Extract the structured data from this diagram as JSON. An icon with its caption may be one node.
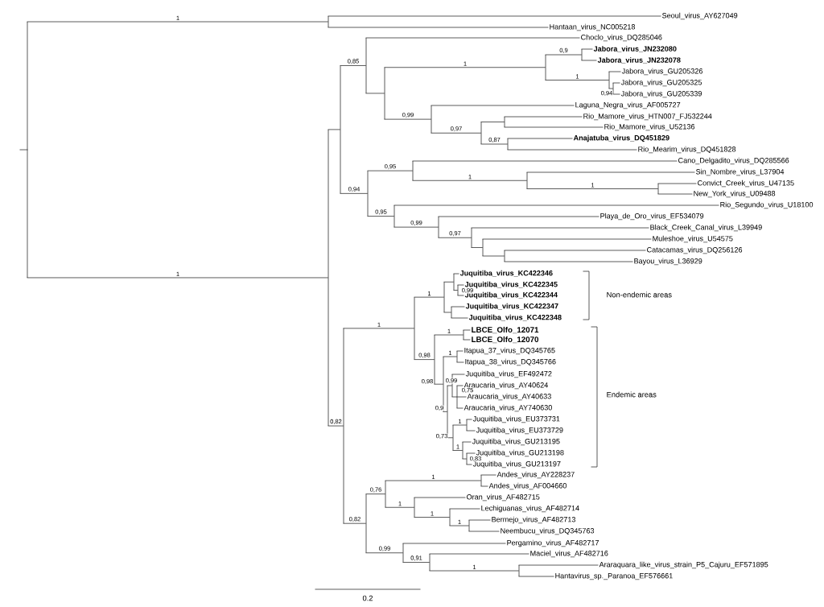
{
  "diagram": {
    "nodes": [
      {
        "text": [
          "Seoul_virus_AY627049"
        ]
      },
      {
        "text": [
          "Hantaan_virus_NC005218"
        ]
      },
      {
        "text": [
          "Choclo_virus_DQ285046"
        ]
      },
      {
        "text": [
          "Jabora_virus_JN232080"
        ]
      },
      {
        "text": [
          "Jabora_virus_JN232078"
        ]
      },
      {
        "text": [
          "Jabora_virus_GU205326"
        ]
      },
      {
        "text": [
          "Jabora_virus_GU205325"
        ]
      },
      {
        "text": [
          "Jabora_virus_GU205339"
        ]
      },
      {
        "text": [
          "Laguna_Negra_virus_AF005727"
        ]
      },
      {
        "text": [
          "Rio_Mamore_virus_HTN007_FJ532244"
        ]
      },
      {
        "text": [
          "Rio_Mamore_virus_U52136"
        ]
      },
      {
        "text": [
          "Anajatuba_virus_DQ451829"
        ]
      },
      {
        "text": [
          "Rio_Mearim_virus_DQ451828"
        ]
      },
      {
        "text": [
          "Cano_Delgadito_virus_DQ285566"
        ]
      },
      {
        "text": [
          "Sin_Nombre_virus_L37904"
        ]
      },
      {
        "text": [
          "Convict_Creek_virus_U47135"
        ]
      },
      {
        "text": [
          "New_York_virus_U09488"
        ]
      },
      {
        "text": [
          "Rio_Segundo_virus_U18100"
        ]
      },
      {
        "text": [
          "Playa_de_Oro_virus_EF534079"
        ]
      },
      {
        "text": [
          "Black_Creek_Canal_virus_L39949"
        ]
      },
      {
        "text": [
          "Muleshoe_virus_U54575"
        ]
      },
      {
        "text": [
          "Catacamas_virus_DQ256126"
        ]
      },
      {
        "text": [
          "Bayou_virus_L36929"
        ]
      },
      {
        "text": [
          "Juquitiba_virus_KC422346"
        ]
      },
      {
        "text": [
          "Juquitiba_virus_KC422345"
        ]
      },
      {
        "text": [
          "Juquitiba_virus_KC422344"
        ]
      },
      {
        "text": [
          "Juquitiba_virus_KC422347"
        ]
      },
      {
        "text": [
          "Juquitiba_virus_KC422348"
        ]
      },
      {
        "text": [
          "LBCE_Olfo_12071"
        ]
      },
      {
        "text": [
          "LBCE_Olfo_12070"
        ]
      },
      {
        "text": [
          "Itapua_37_virus_DQ345765"
        ]
      },
      {
        "text": [
          "Itapua_38_virus_DQ345766"
        ]
      },
      {
        "text": [
          "Juquitiba_virus_EF492472"
        ]
      },
      {
        "text": [
          "Araucaria_virus_AY40624"
        ]
      },
      {
        "text": [
          "Araucaria_virus_AY40633"
        ]
      },
      {
        "text": [
          "Araucaria_virus_AY740630"
        ]
      },
      {
        "text": [
          "Juquitiba_virus_EU373731"
        ]
      },
      {
        "text": [
          "Juquitiba_virus_EU373729"
        ]
      },
      {
        "text": [
          "Juquitiba_virus_GU213195"
        ]
      },
      {
        "text": [
          "Juquitiba_virus_GU213198"
        ]
      },
      {
        "text": [
          "Juquitiba_virus_GU213197"
        ]
      },
      {
        "text": [
          "Andes_virus_AY228237"
        ]
      },
      {
        "text": [
          "Andes_virus_AF004660"
        ]
      },
      {
        "text": [
          "Oran_virus_AF482715"
        ]
      },
      {
        "text": [
          "Lechiguanas_virus_AF482714"
        ]
      },
      {
        "text": [
          "Bermejo_virus_AF482713"
        ]
      },
      {
        "text": [
          "Neembucu_virus_DQ345763"
        ]
      },
      {
        "text": [
          "Pergamino_virus_AF482717"
        ]
      },
      {
        "text": [
          "Maciel_virus_AF482716"
        ]
      },
      {
        "text": [
          "Araraquara_like_virus_strain_P5_Cajuru_EF571895"
        ]
      },
      {
        "text": [
          "Hantavirus_sp._Paranoa_EF576661"
        ]
      },
      {
        "text": [],
        "shape": "bar"
      },
      {
        "text": [],
        "shape": "bar"
      },
      {
        "text": [],
        "shape": "bar"
      },
      {
        "text": [],
        "shape": "bar"
      },
      {
        "text": [],
        "shape": "bar"
      },
      {
        "text": [],
        "shape": "bar"
      },
      {
        "text": [],
        "shape": "bar"
      },
      {
        "text": [],
        "shape": "bar"
      },
      {
        "text": [],
        "shape": "bar"
      },
      {
        "text": [],
        "shape": "bar"
      },
      {
        "text": [],
        "shape": "bar"
      },
      {
        "text": [],
        "shape": "bar"
      },
      {
        "text": [],
        "shape": "bar"
      },
      {
        "text": [],
        "shape": "bar"
      },
      {
        "text": [],
        "shape": "bar"
      },
      {
        "text": [],
        "shape": "bar"
      },
      {
        "text": [],
        "shape": "bar"
      },
      {
        "text": [],
        "shape": "bar"
      },
      {
        "text": [],
        "shape": "bar"
      },
      {
        "text": [],
        "shape": "bar"
      },
      {
        "text": [],
        "shape": "bar"
      },
      {
        "text": [],
        "shape": "bar"
      },
      {
        "text": [],
        "shape": "bar"
      },
      {
        "text": [],
        "shape": "bar"
      },
      {
        "text": [],
        "shape": "bar"
      },
      {
        "text": [],
        "shape": "bar"
      },
      {
        "text": [],
        "shape": "bar"
      },
      {
        "text": [],
        "shape": "bar"
      },
      {
        "text": [],
        "shape": "bar"
      },
      {
        "text": [],
        "shape": "bar"
      },
      {
        "text": [],
        "shape": "bar"
      },
      {
        "text": [],
        "shape": "bar"
      },
      {
        "text": [],
        "shape": "bar"
      },
      {
        "text": [],
        "shape": "bar"
      },
      {
        "text": [],
        "shape": "bar"
      },
      {
        "text": [],
        "shape": "bar"
      },
      {
        "text": [],
        "shape": "bar"
      },
      {
        "text": [],
        "shape": "bar"
      },
      {
        "text": [],
        "shape": "bar"
      },
      {
        "text": [],
        "shape": "bar"
      },
      {
        "text": [],
        "shape": "bar"
      },
      {
        "text": [],
        "shape": "bar"
      },
      {
        "text": [],
        "shape": "bar"
      },
      {
        "text": [],
        "shape": "bar"
      },
      {
        "text": [],
        "shape": "bar"
      },
      {
        "text": [],
        "shape": "bar"
      },
      {
        "text": [],
        "shape": "bar"
      },
      {
        "text": [],
        "shape": "bar"
      },
      {
        "text": [],
        "shape": "bar"
      }
    ],
    "edges": [
      {
        "from": 51,
        "to": 52,
        "arrow": "none",
        "label": "1"
      },
      {
        "from": 51,
        "to": 53,
        "arrow": "none",
        "label": "1"
      },
      {
        "from": 52,
        "to": 0,
        "arrow": "none"
      },
      {
        "from": 52,
        "to": 1,
        "arrow": "none"
      },
      {
        "from": 53,
        "to": 54,
        "arrow": "none"
      },
      {
        "from": 53,
        "to": 74,
        "arrow": "none",
        "label": "0,82"
      },
      {
        "from": 54,
        "to": 55,
        "arrow": "none",
        "label": "0,85"
      },
      {
        "from": 54,
        "to": 65,
        "arrow": "none",
        "label": "0,94"
      },
      {
        "from": 55,
        "to": 2,
        "arrow": "none"
      },
      {
        "from": 55,
        "to": 56,
        "arrow": "none"
      },
      {
        "from": 56,
        "to": 57,
        "arrow": "none",
        "label": "1"
      },
      {
        "from": 56,
        "to": 61,
        "arrow": "none",
        "label": "0,99"
      },
      {
        "from": 57,
        "to": 58,
        "arrow": "none",
        "label": "0,9"
      },
      {
        "from": 57,
        "to": 59,
        "arrow": "none",
        "label": "1"
      },
      {
        "from": 58,
        "to": 3,
        "arrow": "none"
      },
      {
        "from": 58,
        "to": 4,
        "arrow": "none"
      },
      {
        "from": 59,
        "to": 5,
        "arrow": "none"
      },
      {
        "from": 59,
        "to": 60,
        "arrow": "none",
        "label": "0,94"
      },
      {
        "from": 60,
        "to": 6,
        "arrow": "none"
      },
      {
        "from": 60,
        "to": 7,
        "arrow": "none"
      },
      {
        "from": 61,
        "to": 8,
        "arrow": "none"
      },
      {
        "from": 61,
        "to": 62,
        "arrow": "none",
        "label": "0,97"
      },
      {
        "from": 62,
        "to": 63,
        "arrow": "none"
      },
      {
        "from": 62,
        "to": 64,
        "arrow": "none",
        "label": "0,87"
      },
      {
        "from": 63,
        "to": 9,
        "arrow": "none"
      },
      {
        "from": 63,
        "to": 10,
        "arrow": "none"
      },
      {
        "from": 64,
        "to": 11,
        "arrow": "none"
      },
      {
        "from": 64,
        "to": 12,
        "arrow": "none"
      },
      {
        "from": 65,
        "to": 66,
        "arrow": "none",
        "label": "0,95"
      },
      {
        "from": 65,
        "to": 69,
        "arrow": "none",
        "label": "0,95"
      },
      {
        "from": 66,
        "to": 13,
        "arrow": "none"
      },
      {
        "from": 66,
        "to": 67,
        "arrow": "none",
        "label": "1"
      },
      {
        "from": 67,
        "to": 14,
        "arrow": "none"
      },
      {
        "from": 67,
        "to": 68,
        "arrow": "none",
        "label": "1"
      },
      {
        "from": 68,
        "to": 15,
        "arrow": "none"
      },
      {
        "from": 68,
        "to": 16,
        "arrow": "none"
      },
      {
        "from": 69,
        "to": 17,
        "arrow": "none"
      },
      {
        "from": 69,
        "to": 70,
        "arrow": "none",
        "label": "0,99"
      },
      {
        "from": 70,
        "to": 18,
        "arrow": "none"
      },
      {
        "from": 70,
        "to": 71,
        "arrow": "none",
        "label": "0,97"
      },
      {
        "from": 71,
        "to": 19,
        "arrow": "none"
      },
      {
        "from": 71,
        "to": 72,
        "arrow": "none"
      },
      {
        "from": 72,
        "to": 20,
        "arrow": "none"
      },
      {
        "from": 72,
        "to": 73,
        "arrow": "none"
      },
      {
        "from": 73,
        "to": 21,
        "arrow": "none"
      },
      {
        "from": 73,
        "to": 22,
        "arrow": "none"
      },
      {
        "from": 74,
        "to": 75,
        "arrow": "none",
        "label": "1"
      },
      {
        "from": 74,
        "to": 91,
        "arrow": "none",
        "label": "0,82"
      },
      {
        "from": 75,
        "to": 76,
        "arrow": "none",
        "label": "1"
      },
      {
        "from": 75,
        "to": 80,
        "arrow": "none",
        "label": "0,98"
      },
      {
        "from": 76,
        "to": 77,
        "arrow": "none"
      },
      {
        "from": 76,
        "to": 79,
        "arrow": "none"
      },
      {
        "from": 77,
        "to": 23,
        "arrow": "none"
      },
      {
        "from": 77,
        "to": 78,
        "arrow": "none",
        "label": "0,99"
      },
      {
        "from": 78,
        "to": 24,
        "arrow": "none"
      },
      {
        "from": 78,
        "to": 25,
        "arrow": "none"
      },
      {
        "from": 79,
        "to": 26,
        "arrow": "none"
      },
      {
        "from": 79,
        "to": 27,
        "arrow": "none"
      },
      {
        "from": 80,
        "to": 81,
        "arrow": "none",
        "label": "1"
      },
      {
        "from": 80,
        "to": 82,
        "arrow": "none",
        "label": "0,98"
      },
      {
        "from": 81,
        "to": 28,
        "arrow": "none"
      },
      {
        "from": 81,
        "to": 29,
        "arrow": "none"
      },
      {
        "from": 82,
        "to": 83,
        "arrow": "none",
        "label": "1"
      },
      {
        "from": 82,
        "to": 84,
        "arrow": "none",
        "label": "0,9"
      },
      {
        "from": 83,
        "to": 30,
        "arrow": "none"
      },
      {
        "from": 83,
        "to": 31,
        "arrow": "none"
      },
      {
        "from": 84,
        "to": 85,
        "arrow": "none",
        "label": "0,99"
      },
      {
        "from": 84,
        "to": 87,
        "arrow": "none",
        "label": "0,73"
      },
      {
        "from": 85,
        "to": 32,
        "arrow": "none"
      },
      {
        "from": 85,
        "to": 86,
        "arrow": "none",
        "label": "0,75"
      },
      {
        "from": 86,
        "to": 33,
        "arrow": "none"
      },
      {
        "from": 86,
        "to": 34,
        "arrow": "none"
      },
      {
        "from": 86,
        "to": 35,
        "arrow": "none"
      },
      {
        "from": 87,
        "to": 88,
        "arrow": "none",
        "label": "1"
      },
      {
        "from": 87,
        "to": 89,
        "arrow": "none",
        "label": "1"
      },
      {
        "from": 88,
        "to": 36,
        "arrow": "none"
      },
      {
        "from": 88,
        "to": 37,
        "arrow": "none"
      },
      {
        "from": 89,
        "to": 38,
        "arrow": "none"
      },
      {
        "from": 89,
        "to": 90,
        "arrow": "none",
        "label": "0,83"
      },
      {
        "from": 90,
        "to": 39,
        "arrow": "none"
      },
      {
        "from": 90,
        "to": 40,
        "arrow": "none"
      },
      {
        "from": 91,
        "to": 92,
        "arrow": "none",
        "label": "0,76"
      },
      {
        "from": 91,
        "to": 97,
        "arrow": "none",
        "label": "0,99"
      },
      {
        "from": 92,
        "to": 93,
        "arrow": "none",
        "label": "1"
      },
      {
        "from": 92,
        "to": 94,
        "arrow": "none",
        "label": "1"
      },
      {
        "from": 93,
        "to": 41,
        "arrow": "none"
      },
      {
        "from": 93,
        "to": 42,
        "arrow": "none"
      },
      {
        "from": 94,
        "to": 43,
        "arrow": "none"
      },
      {
        "from": 94,
        "to": 95,
        "arrow": "none",
        "label": "1"
      },
      {
        "from": 95,
        "to": 44,
        "arrow": "none"
      },
      {
        "from": 95,
        "to": 96,
        "arrow": "none",
        "label": "1"
      },
      {
        "from": 96,
        "to": 45,
        "arrow": "none"
      },
      {
        "from": 96,
        "to": 46,
        "arrow": "none"
      },
      {
        "from": 97,
        "to": 47,
        "arrow": "none"
      },
      {
        "from": 97,
        "to": 98,
        "arrow": "none",
        "label": "0,91"
      },
      {
        "from": 98,
        "to": 48,
        "arrow": "none"
      },
      {
        "from": 98,
        "to": 99,
        "arrow": "none",
        "label": "1"
      },
      {
        "from": 99,
        "to": 49,
        "arrow": "none"
      },
      {
        "from": 99,
        "to": 50,
        "arrow": "none"
      }
    ],
    "labels": [
      "Non-endemic areas",
      "Endemic areas",
      "0.2"
    ]
  }
}
